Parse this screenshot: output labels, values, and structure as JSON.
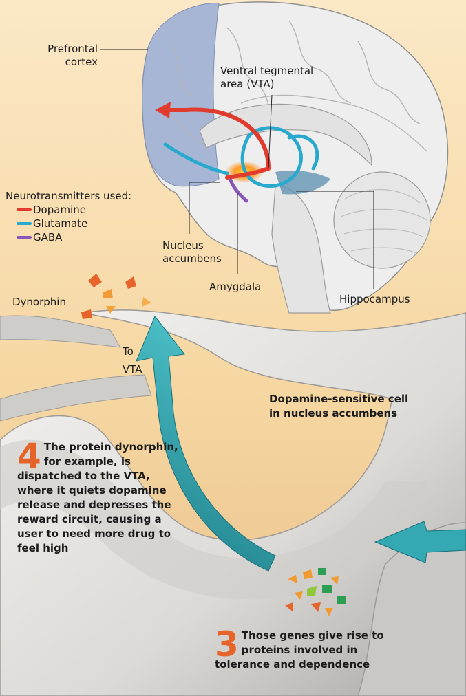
{
  "labels": {
    "prefrontal_cortex": "Prefrontal\ncortex",
    "vta": "Ventral tegmental\narea (VTA)",
    "nucleus_accumbens": "Nucleus\naccumbens",
    "amygdala": "Amygdala",
    "hippocampus": "Hippocampus",
    "dynorphin": "Dynorphin",
    "to_vta": "To\nVTA",
    "cell": "Dopamine-sensitive cell\nin nucleus accumbens"
  },
  "legend": {
    "title": "Neurotransmitters used:",
    "items": [
      {
        "label": "Dopamine",
        "color": "#e03b2c"
      },
      {
        "label": "Glutamate",
        "color": "#2aa9cf"
      },
      {
        "label": "GABA",
        "color": "#8a55b8"
      }
    ]
  },
  "steps": [
    {
      "number": "4",
      "text": "The protein dynorphin, for example, is dispatched to the VTA, where it quiets dopamine release and depresses the reward circuit, causing a user to need more drug to feel high"
    },
    {
      "number": "3",
      "text": "Those genes give rise to proteins involved in tolerance and dependence"
    }
  ],
  "colors": {
    "accent": "#e6642a",
    "arrow_teal": "#2fa7b1",
    "cortex_blue": "#a8b6d6"
  }
}
